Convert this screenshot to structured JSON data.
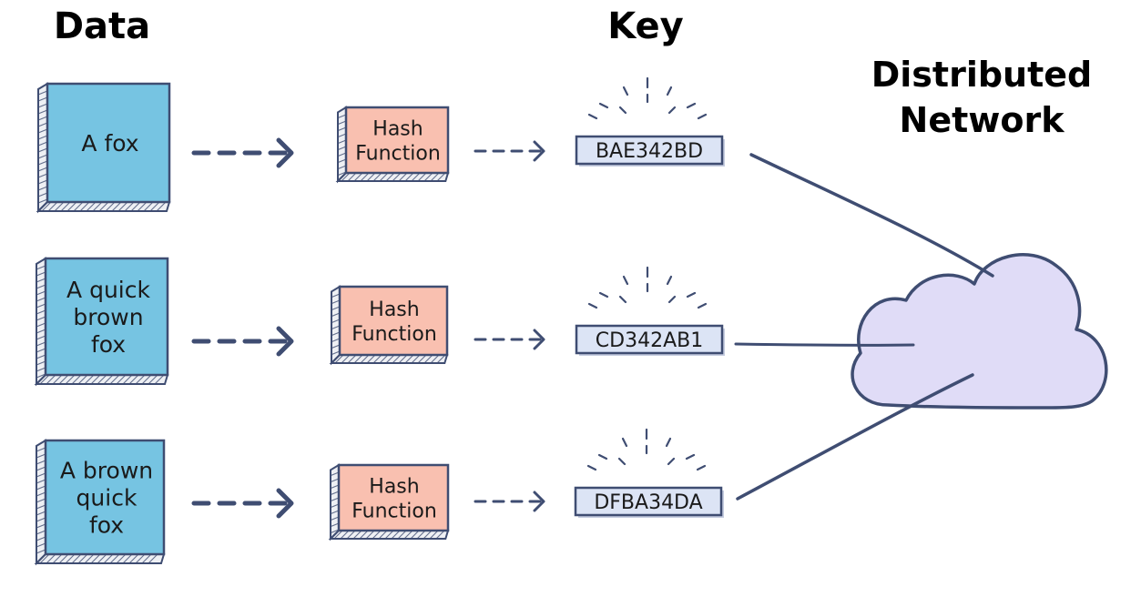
{
  "headings": {
    "data": "Data",
    "key": "Key",
    "network_line1": "Distributed",
    "network_line2": "Network"
  },
  "rows": [
    {
      "data_lines": [
        "A fox"
      ],
      "hash_lines": [
        "Hash",
        "Function"
      ],
      "key": "BAE342BD"
    },
    {
      "data_lines": [
        "A quick",
        "brown",
        "fox"
      ],
      "hash_lines": [
        "Hash",
        "Function"
      ],
      "key": "CD342AB1"
    },
    {
      "data_lines": [
        "A brown",
        "quick",
        "fox"
      ],
      "hash_lines": [
        "Hash",
        "Function"
      ],
      "key": "DFBA34DA"
    }
  ],
  "colors": {
    "data_box": "#76c4e2",
    "hash_box": "#f9c0b0",
    "key_box": "#dce4f5",
    "cloud": "#e0dcf7",
    "ink": "#3f4d72"
  }
}
